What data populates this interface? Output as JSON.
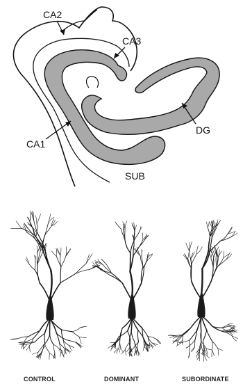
{
  "hippocampus": {
    "labels": {
      "ca2": "CA2",
      "ca3": "CA3",
      "ca1": "CA1",
      "dg": "DG",
      "sub": "SUB"
    },
    "colors": {
      "fill": "#a9a9a9",
      "outline": "#111111"
    }
  },
  "neurons": {
    "labels": [
      "CONTROL",
      "DOMINANT",
      "SUBORDINATE"
    ],
    "color": "#1a1a1a"
  }
}
